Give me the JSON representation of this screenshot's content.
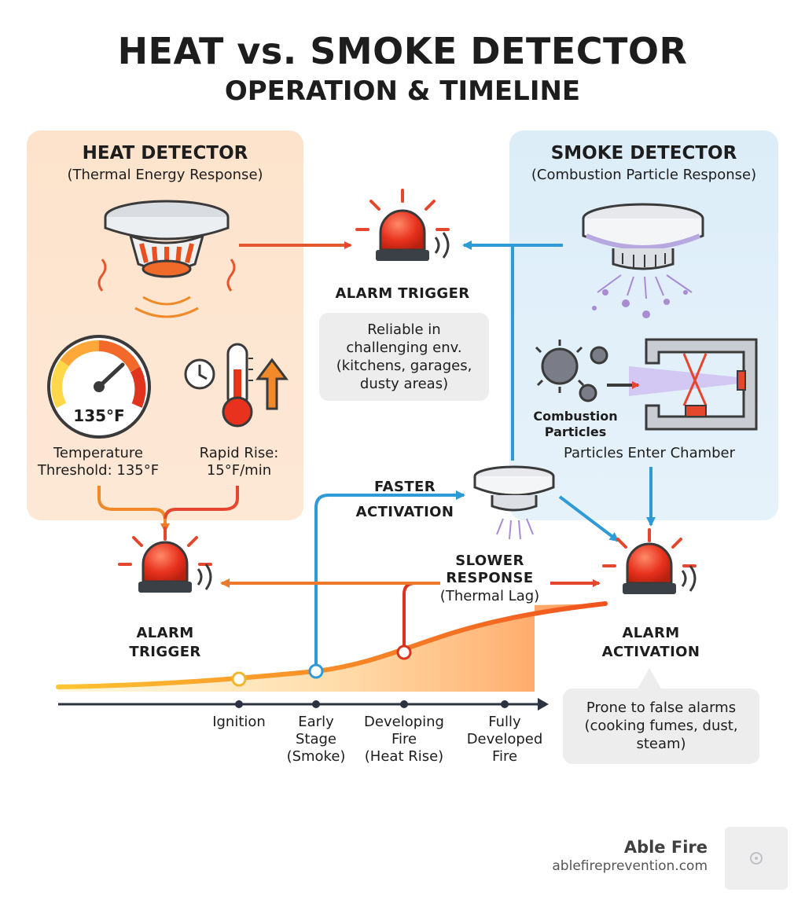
{
  "title": "HEAT vs. SMOKE DETECTOR",
  "subtitle": "OPERATION & TIMELINE",
  "heat_panel": {
    "title": "HEAT DETECTOR",
    "subtitle": "(Thermal Energy Response)",
    "gauge_value": "135°F",
    "threshold_label_1": "Temperature",
    "threshold_label_2": "Threshold: 135°F",
    "rise_label_1": "Rapid Rise:",
    "rise_label_2": "15°F/min"
  },
  "smoke_panel": {
    "title": "SMOKE DETECTOR",
    "subtitle": "(Combustion Particle Response)",
    "particles_label_1": "Combustion",
    "particles_label_2": "Particles",
    "chamber_label": "Particles Enter Chamber"
  },
  "center": {
    "alarm_trigger": "ALARM TRIGGER",
    "note_1": "Reliable in",
    "note_2": "challenging env.",
    "note_3": "(kitchens, garages,",
    "note_4": "dusty areas)",
    "faster_1": "FASTER",
    "faster_2": "ACTIVATION",
    "slower_1": "SLOWER",
    "slower_2": "RESPONSE",
    "slower_3": "(Thermal Lag)"
  },
  "left_alarm": {
    "line_1": "ALARM",
    "line_2": "TRIGGER"
  },
  "right_alarm": {
    "line_1": "ALARM",
    "line_2": "ACTIVATION"
  },
  "right_note": {
    "line_1": "Prone to false alarms",
    "line_2": "(cooking fumes, dust,",
    "line_3": "steam)"
  },
  "timeline": {
    "t1": [
      "Ignition"
    ],
    "t2": [
      "Early",
      "Stage",
      "(Smoke)"
    ],
    "t3": [
      "Developing",
      "Fire",
      "(Heat Rise)"
    ],
    "t4": [
      "Fully",
      "Developed",
      "Fire"
    ]
  },
  "watermark": {
    "name": "Able Fire",
    "url": "ablefireprevention.com"
  },
  "colors": {
    "heat": "#e4572e",
    "smoke": "#2f9bd6",
    "panel_heat": "#fde3cc",
    "panel_smoke": "#dcedf8"
  }
}
